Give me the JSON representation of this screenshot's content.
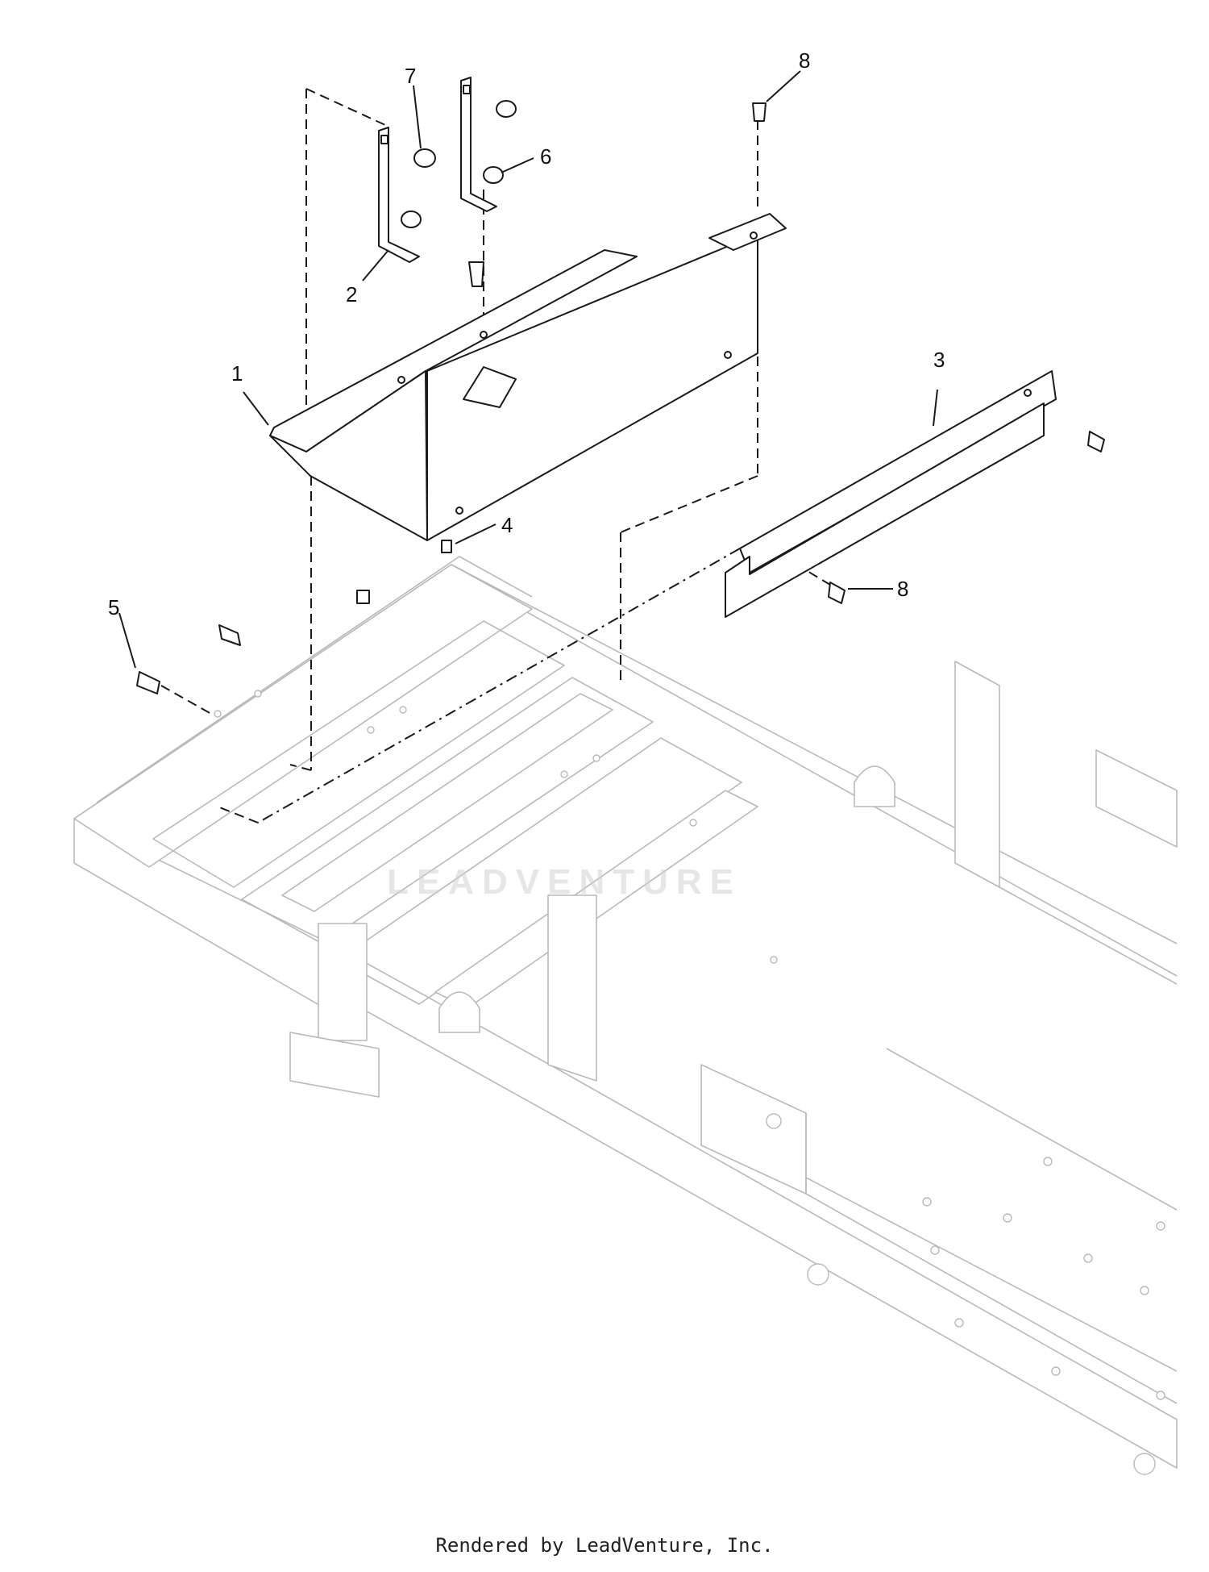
{
  "callouts": [
    {
      "id": "c1",
      "label": "1"
    },
    {
      "id": "c2",
      "label": "2"
    },
    {
      "id": "c3",
      "label": "3"
    },
    {
      "id": "c4",
      "label": "4"
    },
    {
      "id": "c5",
      "label": "5"
    },
    {
      "id": "c6",
      "label": "6"
    },
    {
      "id": "c7",
      "label": "7"
    },
    {
      "id": "c8a",
      "label": "8"
    },
    {
      "id": "c8b",
      "label": "8"
    }
  ],
  "watermark": "LEADVENTURE",
  "footer": "Rendered by LeadVenture, Inc."
}
